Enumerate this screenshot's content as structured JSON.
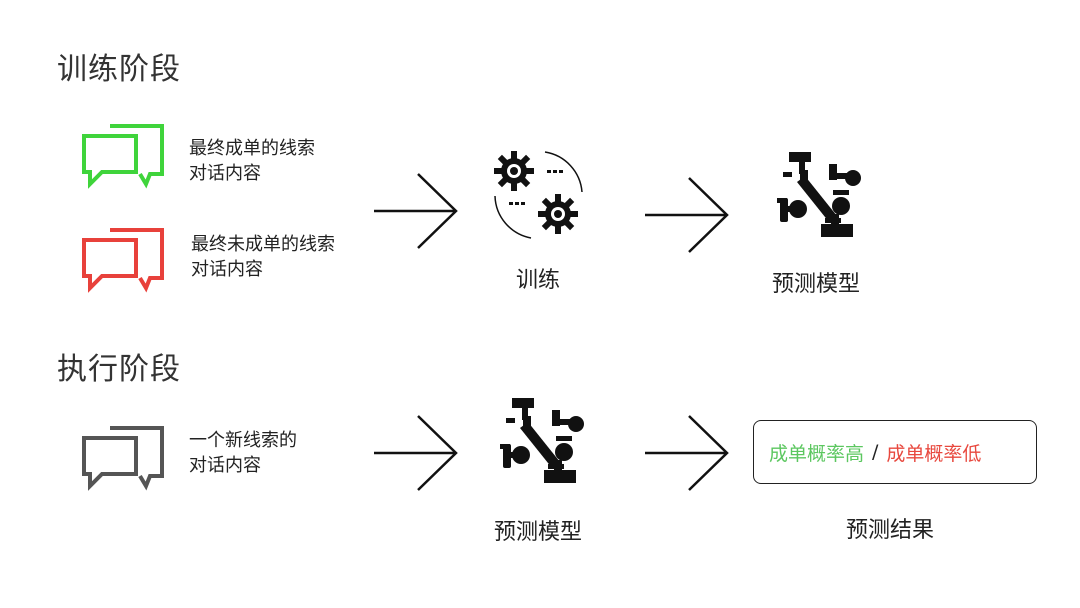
{
  "sections": {
    "training_title": "训练阶段",
    "execution_title": "执行阶段"
  },
  "training": {
    "positive_label": [
      "最终成单的线索",
      "对话内容"
    ],
    "negative_label": [
      "最终未成单的线索",
      "对话内容"
    ],
    "train_caption": "训练",
    "model_caption": "预测模型"
  },
  "execution": {
    "input_label": [
      "一个新线索的",
      "对话内容"
    ],
    "model_caption": "预测模型",
    "result_caption": "预测结果",
    "result_high": "成单概率高",
    "result_separator": "/",
    "result_low": "成单概率低"
  },
  "colors": {
    "positive": "#3fd43b",
    "negative": "#e8413b",
    "neutral": "#555555",
    "high_text": "#5cc760",
    "low_text": "#e8493f"
  },
  "icons": {
    "chat": "chat-bubbles-icon",
    "gears": "gears-icon",
    "model": "model-network-icon",
    "arrow": "arrow-right-icon"
  }
}
